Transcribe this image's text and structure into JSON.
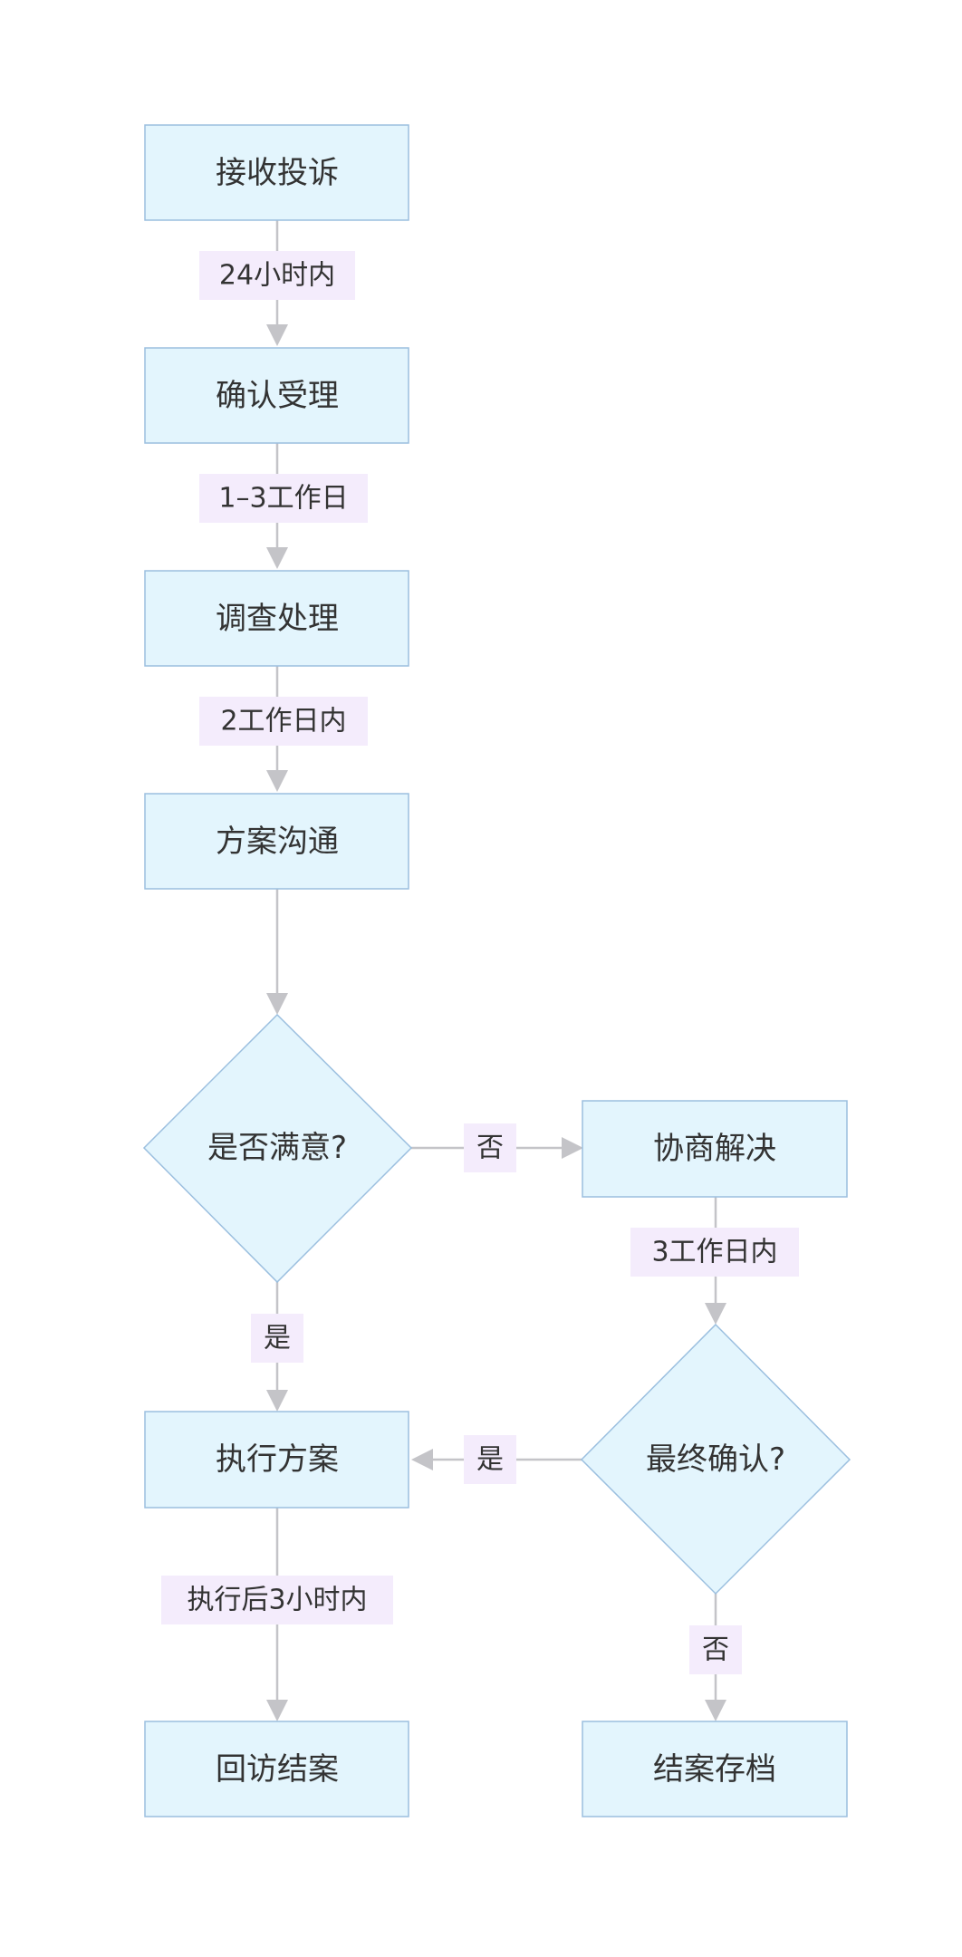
{
  "nodes": {
    "receive": "接收投诉",
    "confirm": "确认受理",
    "investigate": "调查处理",
    "communicate": "方案沟通",
    "satisfied": "是否满意?",
    "negotiate": "协商解决",
    "execute": "执行方案",
    "final_confirm": "最终确认?",
    "follow_up": "回访结案",
    "archive": "结案存档"
  },
  "edges": {
    "receive_to_confirm": "24小时内",
    "confirm_to_investigate": "1–3工作日",
    "investigate_to_communicate": "2工作日内",
    "satisfied_no": "否",
    "satisfied_yes": "是",
    "negotiate_to_final": "3工作日内",
    "final_yes": "是",
    "final_no": "否",
    "execute_to_follow_up": "执行后3小时内"
  },
  "colors": {
    "node_fill": "#e3f5fd",
    "node_stroke": "#9bbfdf",
    "edge": "#c4c4c8",
    "label_bg": "#f4ecfc",
    "text": "#333333"
  }
}
